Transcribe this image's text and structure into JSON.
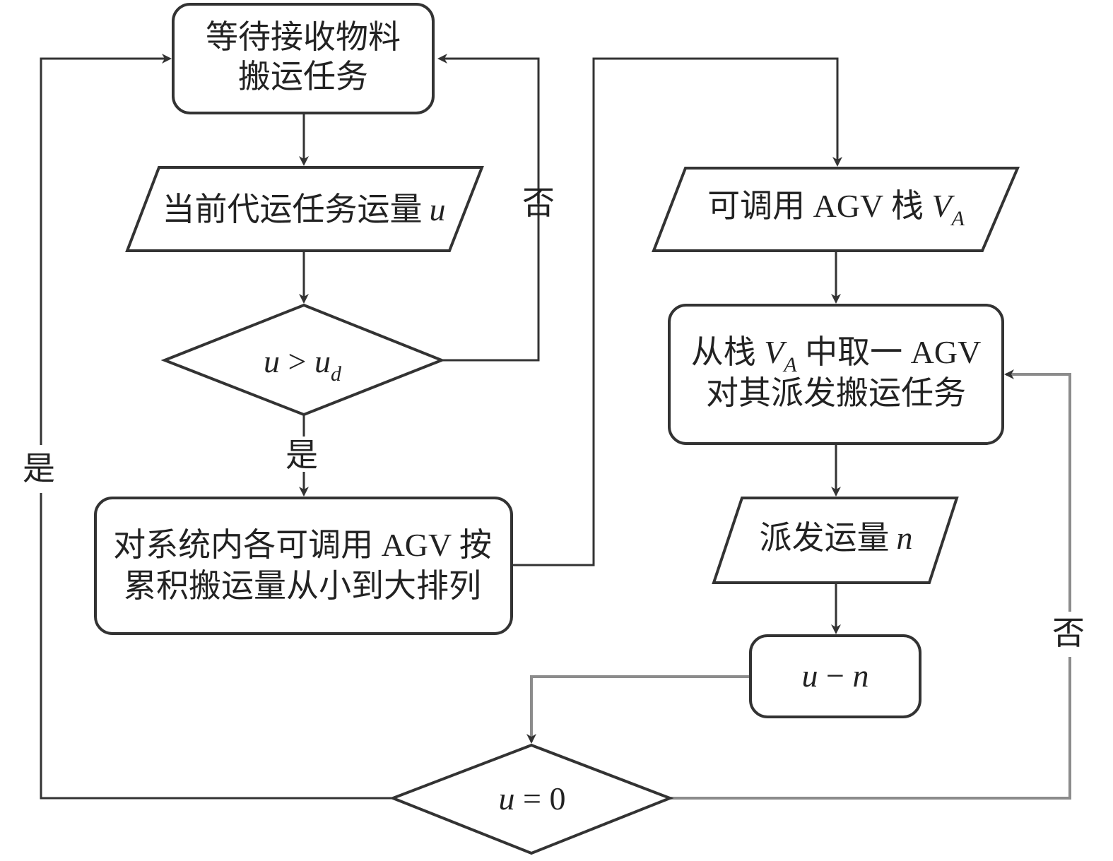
{
  "nodes": {
    "wait": {
      "line1": "等待接收物料",
      "line2": "搬运任务"
    },
    "current_amount": {
      "text": "当前代运任务运量",
      "var": "u"
    },
    "decision_threshold": {
      "var": "u",
      "op": " > ",
      "var2": "u",
      "sub": "d"
    },
    "sort": {
      "line1": "对系统内各可调用 AGV 按",
      "line2": "累积搬运量从小到大排列"
    },
    "stack": {
      "text": "可调用 AGV 栈 ",
      "var": "V",
      "sub": "A"
    },
    "dispatch": {
      "l1_pre": "从栈 ",
      "var": "V",
      "sub": "A",
      "l1_post": " 中取一 AGV",
      "line2": "对其派发搬运任务"
    },
    "dispatch_amount": {
      "text": "派发运量",
      "var": "n"
    },
    "subtract": {
      "var1": "u",
      "op": " − ",
      "var2": "n"
    },
    "decision_zero": {
      "var": "u",
      "rest": " = 0"
    }
  },
  "edge_labels": {
    "threshold_no": "否",
    "threshold_yes": "是",
    "zero_yes": "是",
    "zero_no": "否"
  },
  "colors": {
    "stroke": "#333333",
    "feedback_edge": "#8c8c8c",
    "text": "#222222",
    "background": "#ffffff"
  }
}
